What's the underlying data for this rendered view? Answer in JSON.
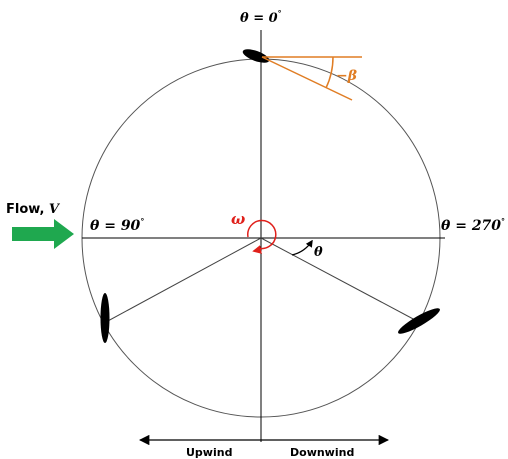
{
  "labels": {
    "theta_top": "θ = 0",
    "theta_left": "θ = 90",
    "theta_right": "θ = 270",
    "degree_mark": "°",
    "theta_angle": "θ",
    "beta": "−β",
    "omega": "ω",
    "flow": "Flow, ",
    "flow_var": "V",
    "upwind": "Upwind",
    "downwind": "Downwind"
  },
  "colors": {
    "orange": "#e07d24",
    "red": "#e0201b",
    "green": "#1fa84f",
    "black": "#000000",
    "circle": "#555555"
  }
}
